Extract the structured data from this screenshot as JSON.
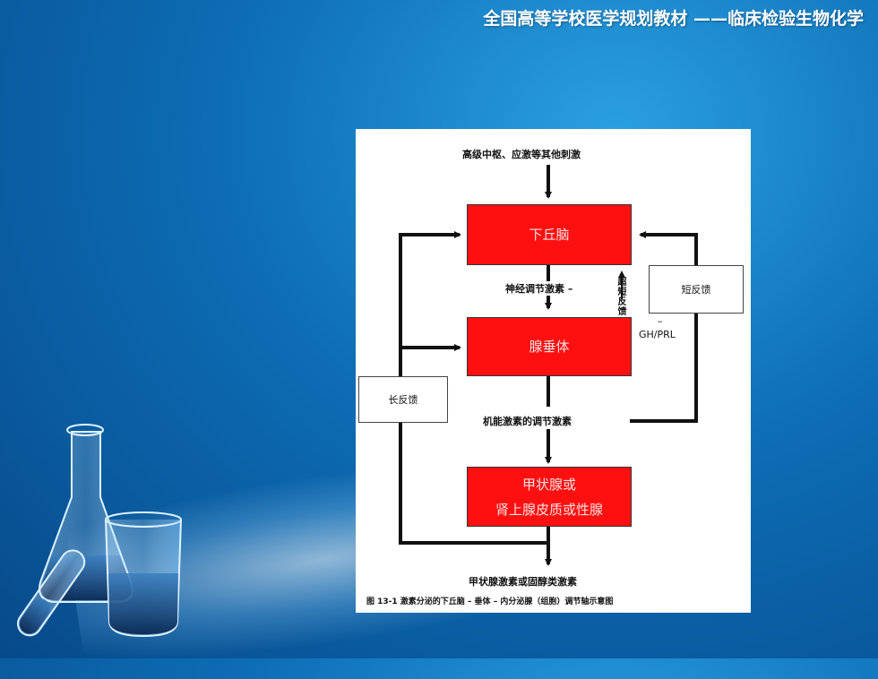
{
  "header": {
    "title": "全国高等学校医学规划教材 ——临床检验生物化学"
  },
  "diagram": {
    "top_label": "高级中枢、应激等其他刺激",
    "hypothalamus": "下丘脑",
    "neuro_hormone": "神经调节激素 –",
    "ultra_short_feedback": "超短反馈",
    "short_feedback": "短反馈",
    "gh_prl_minus": "–",
    "gh_prl": "GH/PRL",
    "pituitary": "腺垂体",
    "long_feedback": "长反馈",
    "tropic_hormone": "机能激素的调节激素",
    "target_line1": "甲状腺或",
    "target_line2": "肾上腺皮质或性腺",
    "output_label": "甲状腺激素或固醇类激素",
    "caption": "图 13-1  激素分泌的下丘脑 – 垂体 – 内分泌腺（组胞）调节轴示意图"
  }
}
